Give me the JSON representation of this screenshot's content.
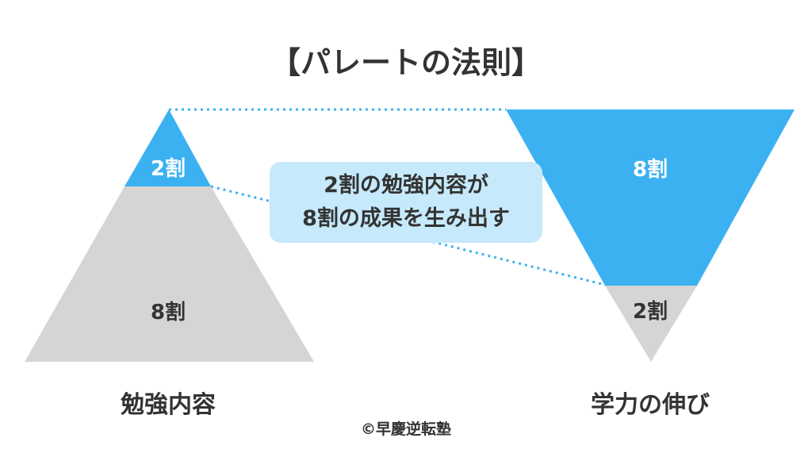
{
  "title": "【パレートの法則】",
  "left_pyramid": {
    "top_label": "2割",
    "bottom_label": "8割",
    "caption": "勉強内容"
  },
  "right_pyramid": {
    "top_label": "8割",
    "bottom_label": "2割",
    "caption": "学力の伸び"
  },
  "bubble": {
    "line1": "2割の勉強内容が",
    "line2": "8割の成果を生み出す"
  },
  "copyright": "©早慶逆転塾",
  "colors": {
    "accent": "#3cb1f2",
    "gray": "#d5d5d5",
    "bubble": "#c6e9fb",
    "text": "#333333",
    "white": "#ffffff"
  }
}
